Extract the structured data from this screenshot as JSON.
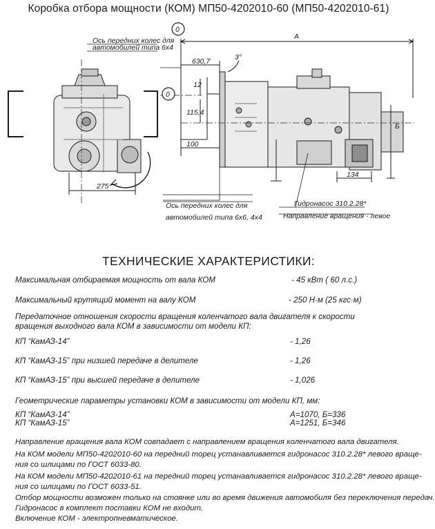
{
  "title": "Коробка отбора мощности (КОМ) МП50-4202010-60 (МП50-4202010-61)",
  "drawing": {
    "label_axis_front_6x4_l1": "Ось передних колес для",
    "label_axis_front_6x4_l2": "автомобилей типа 6х4",
    "label_axis_front_6x6_l1": "Ось передних колес для",
    "label_axis_front_6x6_l2": "автомобилей типа 6х6, 4х4",
    "pump_label": "Гидронасос  310.2.28*",
    "rotation_label": "Направление вращения - левое",
    "dim_A": "А",
    "dim_B": "Б",
    "dim_630": "630,7",
    "dim_3deg": "3°",
    "dim_12": "12",
    "dim_115": "115,4",
    "dim_100": "100",
    "dim_275": "275",
    "dim_134": "134",
    "zero_mark_1": "0",
    "zero_mark_2": "0"
  },
  "heading": "ТЕХНИЧЕСКИЕ ХАРАКТЕРИСТИКИ:",
  "specs": {
    "power_label": "Максимальная отбираемая мощность от вала КОМ",
    "power_value": "-  45 кВт ( 60 л.с.)",
    "torque_label": "Максимальный крутящий момент на валу КОМ",
    "torque_value": "- 250 Н·м (25 кгс·м)",
    "ratio_intro": "Передаточное отношения скорости вращения коленчатого вала двигателя к скорости вращения выходного вала КОМ в зависимости от модели КП:",
    "kp14_label": "КП “КамАЗ-14”",
    "kp14_value": "- 1,26",
    "kp15_low_label": "КП “КамАЗ-15” при низшей передаче в делителе",
    "kp15_low_value": "- 1,26",
    "kp15_high_label": "КП “КамАЗ-15” при  высшей передаче в делителе",
    "kp15_high_value": "- 1,026",
    "geom_intro": "Геометрические параметры установки КОМ в зависимости от модели КП, мм:",
    "geom_kp14_label": "КП “КамАЗ-14”",
    "geom_kp15_label": "КП “КамАЗ-15”",
    "geom_kp14_value": "А=1070,  Б=336",
    "geom_kp15_value": "А=1251,  Б=346"
  },
  "notes": [
    "Направление вращения вала  КОМ  совпадает с направлением вращения коленчатого вала двигателя.",
    "На  КОМ  модели  МП50-4202010-60  на передний торец устанавливается гидронасос  310.2.28* левого враще-",
    "ния со шлицами по ГОСТ 6033-80.",
    " На  КОМ  модели  МП50-4202010-61 на передний торец  устанавливается гидронасос  310.2.28* левого враще-",
    "ния со шлицами по ГОСТ 6033-51.",
    "Отбор мощности возможен только на стоянке или во время движения автомобиля без переключения передач.",
    "Гидронасос в комплект поставки КОМ  не входит.",
    "Включение КОМ - электропневматическое."
  ]
}
